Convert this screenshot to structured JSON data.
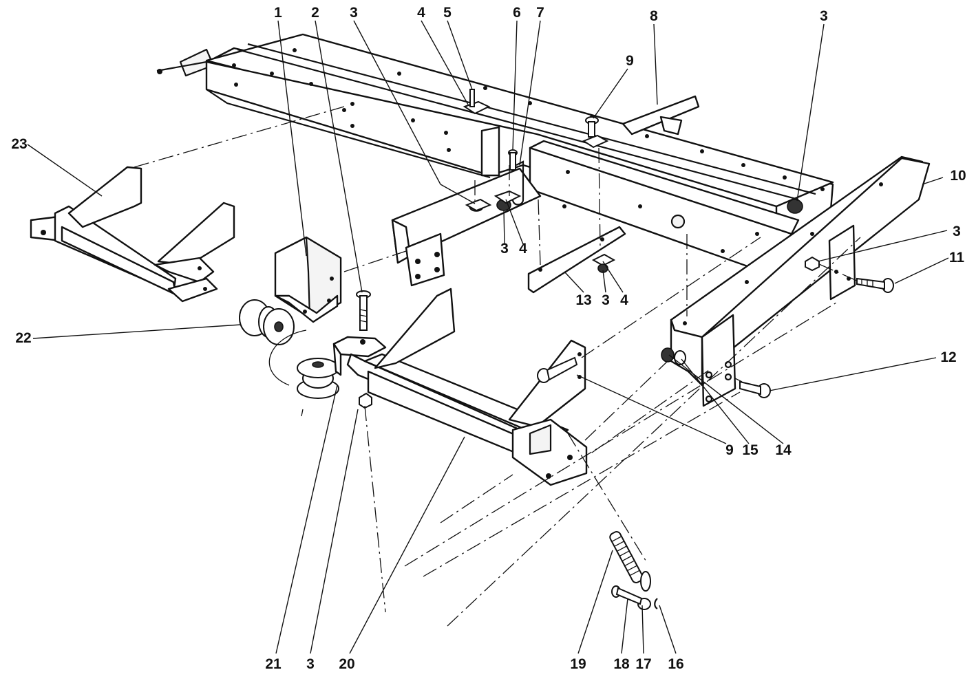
{
  "callouts": {
    "c1": "1",
    "c2": "2",
    "c3_top_left": "3",
    "c4_top": "4",
    "c5": "5",
    "c6": "6",
    "c7": "7",
    "c8": "8",
    "c9_top": "9",
    "c3_top_right": "3",
    "c10": "10",
    "c3_mid_left": "3",
    "c4_mid_left": "4",
    "c3_right": "3",
    "c11": "11",
    "c13": "13",
    "c3_mid": "3",
    "c4_mid": "4",
    "c23": "23",
    "c22": "22",
    "c12": "12",
    "c9_bottom": "9",
    "c15": "15",
    "c14": "14",
    "c21": "21",
    "c3_bottom": "3",
    "c20": "20",
    "c19": "19",
    "c18": "18",
    "c17": "17",
    "c16": "16"
  }
}
